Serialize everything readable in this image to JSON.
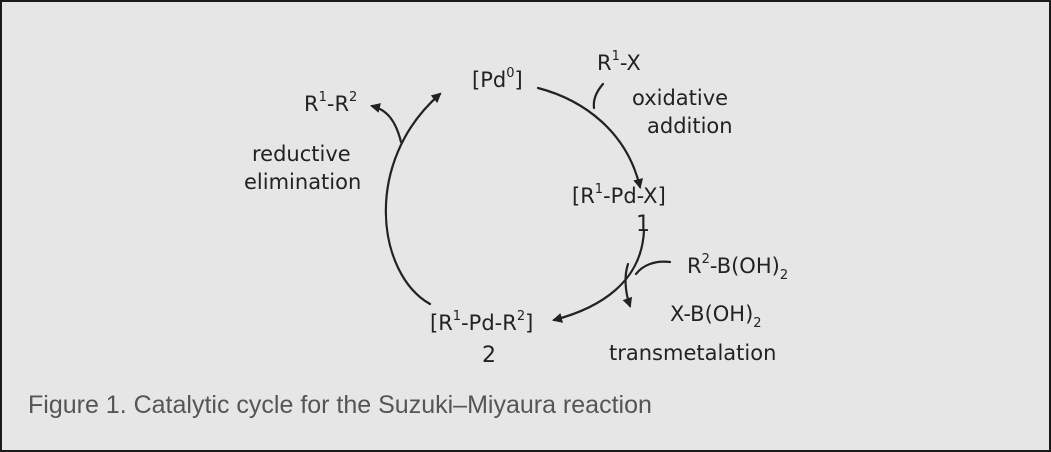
{
  "caption": "Figure 1. Catalytic cycle for the Suzuki–Miyaura reaction",
  "cycle": {
    "pd0": {
      "open": "[Pd",
      "sup": "0",
      "close": "]"
    },
    "r1x": {
      "a": "R",
      "sup": "1",
      "b": "-X"
    },
    "oxidative_addition": [
      "oxidative",
      "addition"
    ],
    "intermediate_1": {
      "open": "[R",
      "sup": "1",
      "mid": "-Pd-X]",
      "number": "1"
    },
    "boronic_acid": {
      "a": "R",
      "sup": "2",
      "b": "-B(OH)",
      "sub": "2"
    },
    "boron_byproduct": {
      "a": "X-B(OH)",
      "sub": "2"
    },
    "transmetalation": "transmetalation",
    "intermediate_2": {
      "open": "[R",
      "sup1": "1",
      "mid": "-Pd-R",
      "sup2": "2",
      "close": "]",
      "number": "2"
    },
    "product": {
      "a": "R",
      "sup1": "1",
      "mid": "-R",
      "sup2": "2"
    },
    "reductive_elimination": [
      "reductive",
      "elimination"
    ]
  },
  "colors": {
    "background": "#e6e6e6",
    "border": "#1a1a1a",
    "ink": "#222222",
    "caption": "#555555"
  }
}
